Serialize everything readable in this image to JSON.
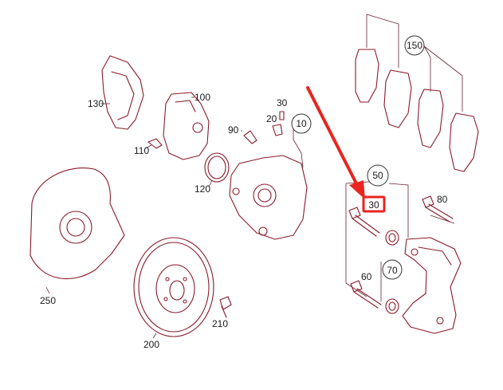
{
  "labels": {
    "p10": "10",
    "p20": "20",
    "p30": "30",
    "p50": "50",
    "p60": "60",
    "p70": "70",
    "p80": "80",
    "p90": "90",
    "p100": "100",
    "p110": "110",
    "p120": "120",
    "p130": "130",
    "p150": "150",
    "p200": "200",
    "p210": "210",
    "p250": "250",
    "highlighted": "30"
  },
  "colors": {
    "part_line": "#8a1a2a",
    "highlight_arrow": "#e8251f",
    "highlight_box": "#e8251f"
  }
}
